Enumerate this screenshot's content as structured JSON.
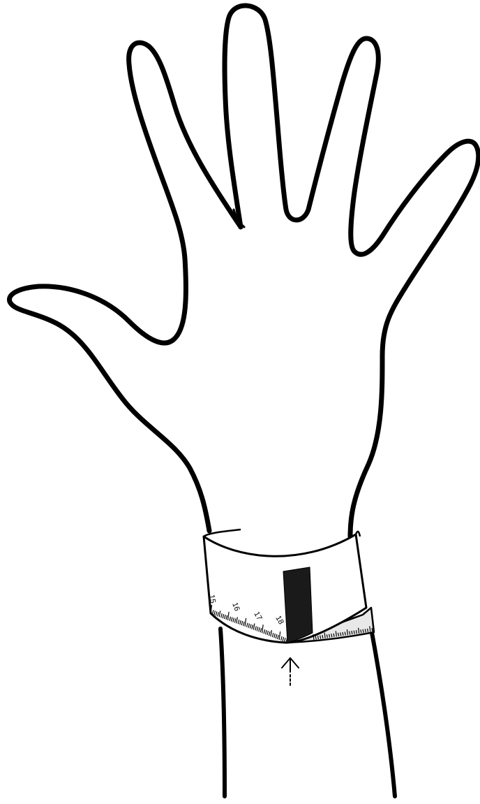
{
  "illustration": {
    "ruler_labels": [
      "15",
      "16",
      "17",
      "18"
    ],
    "colors": {
      "background": "#ffffff",
      "stroke": "#000000",
      "band_fill": "#ffffff",
      "band_inner": "#e8e8e8",
      "marker": "#1a1a1a"
    }
  }
}
